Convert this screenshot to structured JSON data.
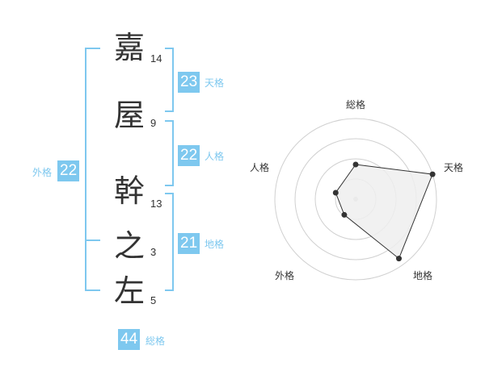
{
  "name_chars": [
    {
      "char": "嘉",
      "strokes": "14"
    },
    {
      "char": "屋",
      "strokes": "9"
    },
    {
      "char": "幹",
      "strokes": "13"
    },
    {
      "char": "之",
      "strokes": "3"
    },
    {
      "char": "左",
      "strokes": "5"
    }
  ],
  "fortunes": {
    "tenkaku": {
      "value": "23",
      "label": "天格"
    },
    "jinkaku": {
      "value": "22",
      "label": "人格"
    },
    "chikaku": {
      "value": "21",
      "label": "地格"
    },
    "gaikaku": {
      "value": "22",
      "label": "外格"
    },
    "soukaku": {
      "value": "44",
      "label": "総格"
    }
  },
  "colors": {
    "accent": "#7ec8ef",
    "text": "#333333",
    "grid": "#d0d0d0",
    "fill": "#efefef"
  },
  "chart_data": {
    "type": "radar",
    "axes": [
      "総格",
      "天格",
      "地格",
      "外格",
      "人格"
    ],
    "values": [
      0.43,
      1.0,
      0.91,
      0.24,
      0.26
    ],
    "rings": 4,
    "grid": true
  }
}
